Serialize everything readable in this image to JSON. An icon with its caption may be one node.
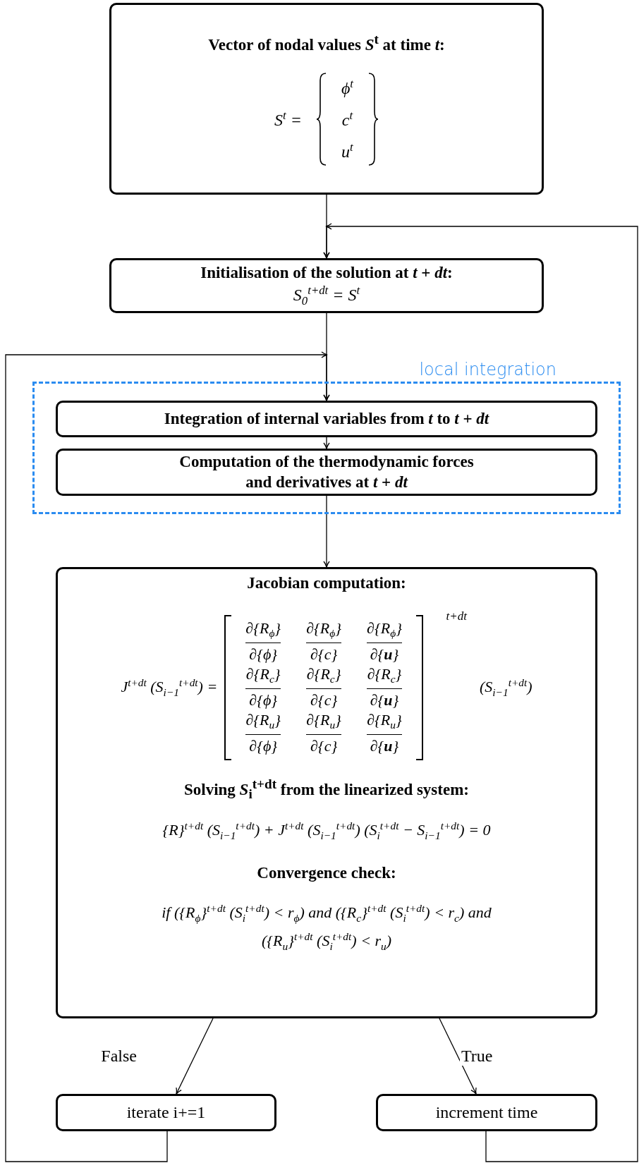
{
  "diagram": {
    "nodes": [
      {
        "text": [
          "Vector of nodal values *S*$^{t}$ at time *t*:",
          "S$^{t}$ =",
          "ϕ$^{t}$",
          "c$^{t}$",
          "u$^{t}$"
        ]
      },
      {
        "text": [
          "Initialisation of the solution at *t* + *dt*:",
          "S$_{0}$$^{t+dt}$ = S$^{t}$"
        ]
      },
      {
        "text": [
          "local integration"
        ]
      },
      {
        "text": [
          "Integration of internal variables from *t* to *t* + *dt*"
        ],
        "in": 2
      },
      {
        "text": [
          "Computation of the thermodynamic forces and derivatives at *t* + *dt*"
        ],
        "in": 2
      },
      {
        "text": [
          "Jacobian computation:",
          "J$^{t+dt}$ (S$_{i−1}$$^{t+dt}$) =",
          "∂{R$_{ϕ}$}",
          "∂{ϕ}",
          "∂{R$_{ϕ}$}",
          "∂{c}",
          "∂{R$_{ϕ}$}",
          "∂{**u**}",
          "∂{R$_{c}$}",
          "∂{ϕ}",
          "∂{R$_{c}$}",
          "∂{c}",
          "∂{R$_{c}$}",
          "∂{**u**}",
          "∂{R$_{u}$}",
          "∂{ϕ}",
          "∂{R$_{u}$}",
          "∂{c}",
          "∂{R$_{u}$}",
          "∂{**u**}",
          "t+dt",
          "(S$_{i−1}$$^{t+dt}$)",
          "Solving *S*$_{i}$$^{t+dt}$ from the linearized system:",
          "{R}$^{t+dt}$ (S$_{i−1}$$^{t+dt}$) + J$^{t+dt}$ (S$_{i−1}$$^{t+dt}$) (S$_{i}$$^{t+dt}$ − S$_{i−1}$$^{t+dt}$) = 0",
          "Convergence check:",
          "if ({R$_{ϕ}$}$^{t+dt}$ (S$_{i}$$^{t+dt}$) < r$_{ϕ}$) and ({R$_{c}$}$^{t+dt}$ (S$_{i}$$^{t+dt}$) < r$_{c}$) and ({R$_{u}$}$^{t+dt}$ (S$_{i}$$^{t+dt}$) < r$_{u}$)"
        ]
      },
      {
        "text": [
          "iterate i+=1"
        ]
      },
      {
        "text": [
          "increment time"
        ]
      }
    ],
    "edges": [
      {
        "from": 0,
        "to": 1,
        "arrow": "to"
      },
      {
        "from": 1,
        "to": 3,
        "arrow": "to"
      },
      {
        "from": 3,
        "to": 4,
        "arrow": "to"
      },
      {
        "from": 4,
        "to": 5,
        "arrow": "to"
      },
      {
        "from": 5,
        "to": 6,
        "arrow": "to",
        "label": "False"
      },
      {
        "from": 5,
        "to": 7,
        "arrow": "to",
        "label": "True"
      },
      {
        "from": 6,
        "to": 3,
        "arrow": "to"
      },
      {
        "from": 7,
        "to": 1,
        "arrow": "to"
      }
    ]
  }
}
